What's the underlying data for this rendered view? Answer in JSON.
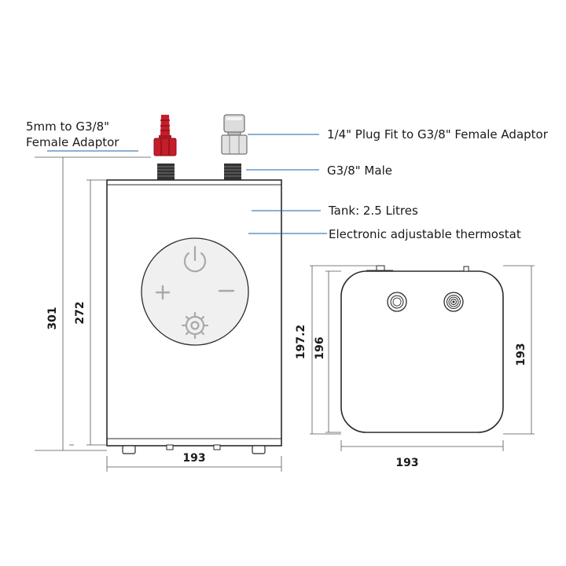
{
  "labels": {
    "five_mm_line1": "5mm to G3/8\"",
    "five_mm_line2": "Female Adaptor",
    "plug_fit": "1/4\" Plug Fit to G3/8\" Female Adaptor",
    "male": "G3/8\" Male",
    "tank": "Tank: 2.5 Litres",
    "thermostat": "Electronic adjustable thermostat"
  },
  "dimensions": {
    "overall_height": "301",
    "body_height": "272",
    "front_width": "193",
    "side_height_a": "197.2",
    "side_height_b": "196",
    "side_depth": "193",
    "side_width": "193"
  },
  "colors": {
    "outline": "#2b2b2b",
    "body_fill": "#ffffff",
    "control_fill": "#f0f0f0",
    "control_symbol": "#a9a9a9",
    "adaptor_red": "#c41e2a",
    "adaptor_red_dark": "#8e1019",
    "adaptor_grey": "#dcdcdc",
    "thread": "#333333",
    "leader_line": "#1f5fa8",
    "dim_line": "#555555"
  },
  "icons": [
    "power-icon",
    "plus-icon",
    "minus-icon",
    "gear-icon"
  ]
}
